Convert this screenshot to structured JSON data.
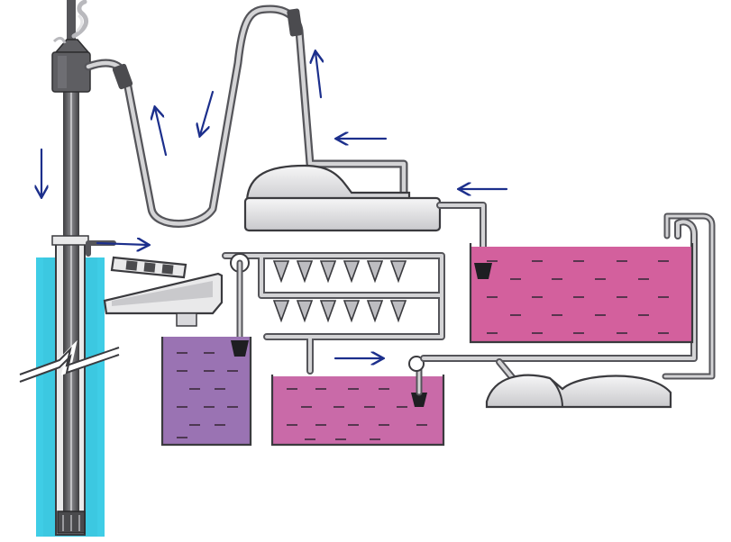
{
  "diagram": {
    "colors": {
      "well_water": "#3fcde6",
      "brine_purple": "#9a73b3",
      "brine_mauve": "#c96aa8",
      "brine_magenta": "#d3609d",
      "metal_light": "#e9e9ea",
      "metal_dark": "#56565a",
      "flow_arrow": "#1c2f8c"
    },
    "components": [
      "well-casing",
      "wellhead",
      "gas-flare",
      "siphon-pipe",
      "separator-dome",
      "reaction-trough",
      "evaporation-pans",
      "settling-tank-1",
      "settling-tank-2",
      "storage-tank",
      "heater-dome"
    ],
    "flow_directions": [
      "down",
      "up",
      "down",
      "up",
      "left",
      "left",
      "right",
      "right"
    ]
  }
}
